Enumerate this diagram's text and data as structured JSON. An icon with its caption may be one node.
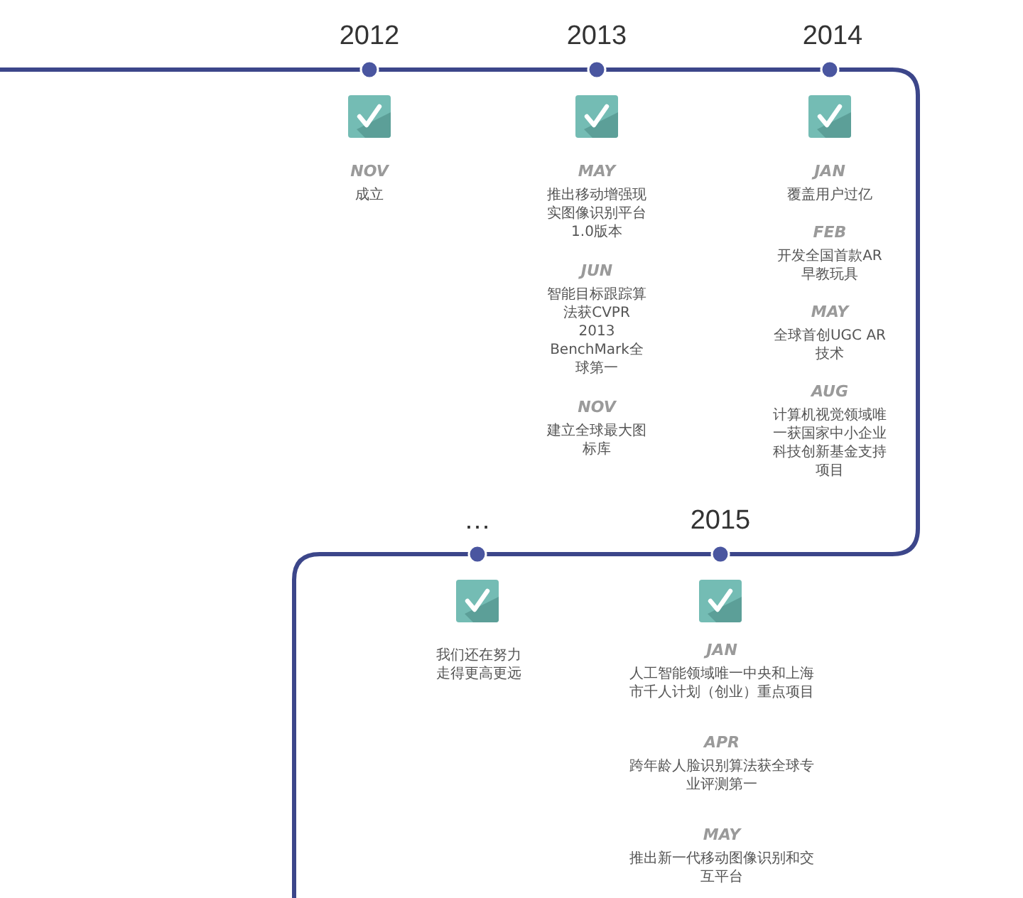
{
  "diagram": {
    "labels": [
      "2012",
      "2013",
      "2014",
      "NOV",
      "成立",
      "MAY",
      "推出移动增强现实图像识别平台1.0版本",
      "JUN",
      "智能目标跟踪算法获CVPR 2013 BenchMark全球第一",
      "NOV",
      "建立全球最大图标库",
      "JAN",
      "覆盖用户过亿",
      "FEB",
      "开发全国首款AR早教玩具",
      "MAY",
      "全球首创UGC AR技术",
      "AUG",
      "计算机视觉领域唯一获国家中小企业科技创新基金支持项目",
      "…",
      "2015",
      "我们还在努力走得更高更远",
      "JAN",
      "人工智能领域唯一中央和上海市千人计划（创业）重点项目",
      "APR",
      "跨年龄人脸识别算法获全球专业评测第一",
      "MAY",
      "推出新一代移动图像识别和交互平台"
    ]
  }
}
